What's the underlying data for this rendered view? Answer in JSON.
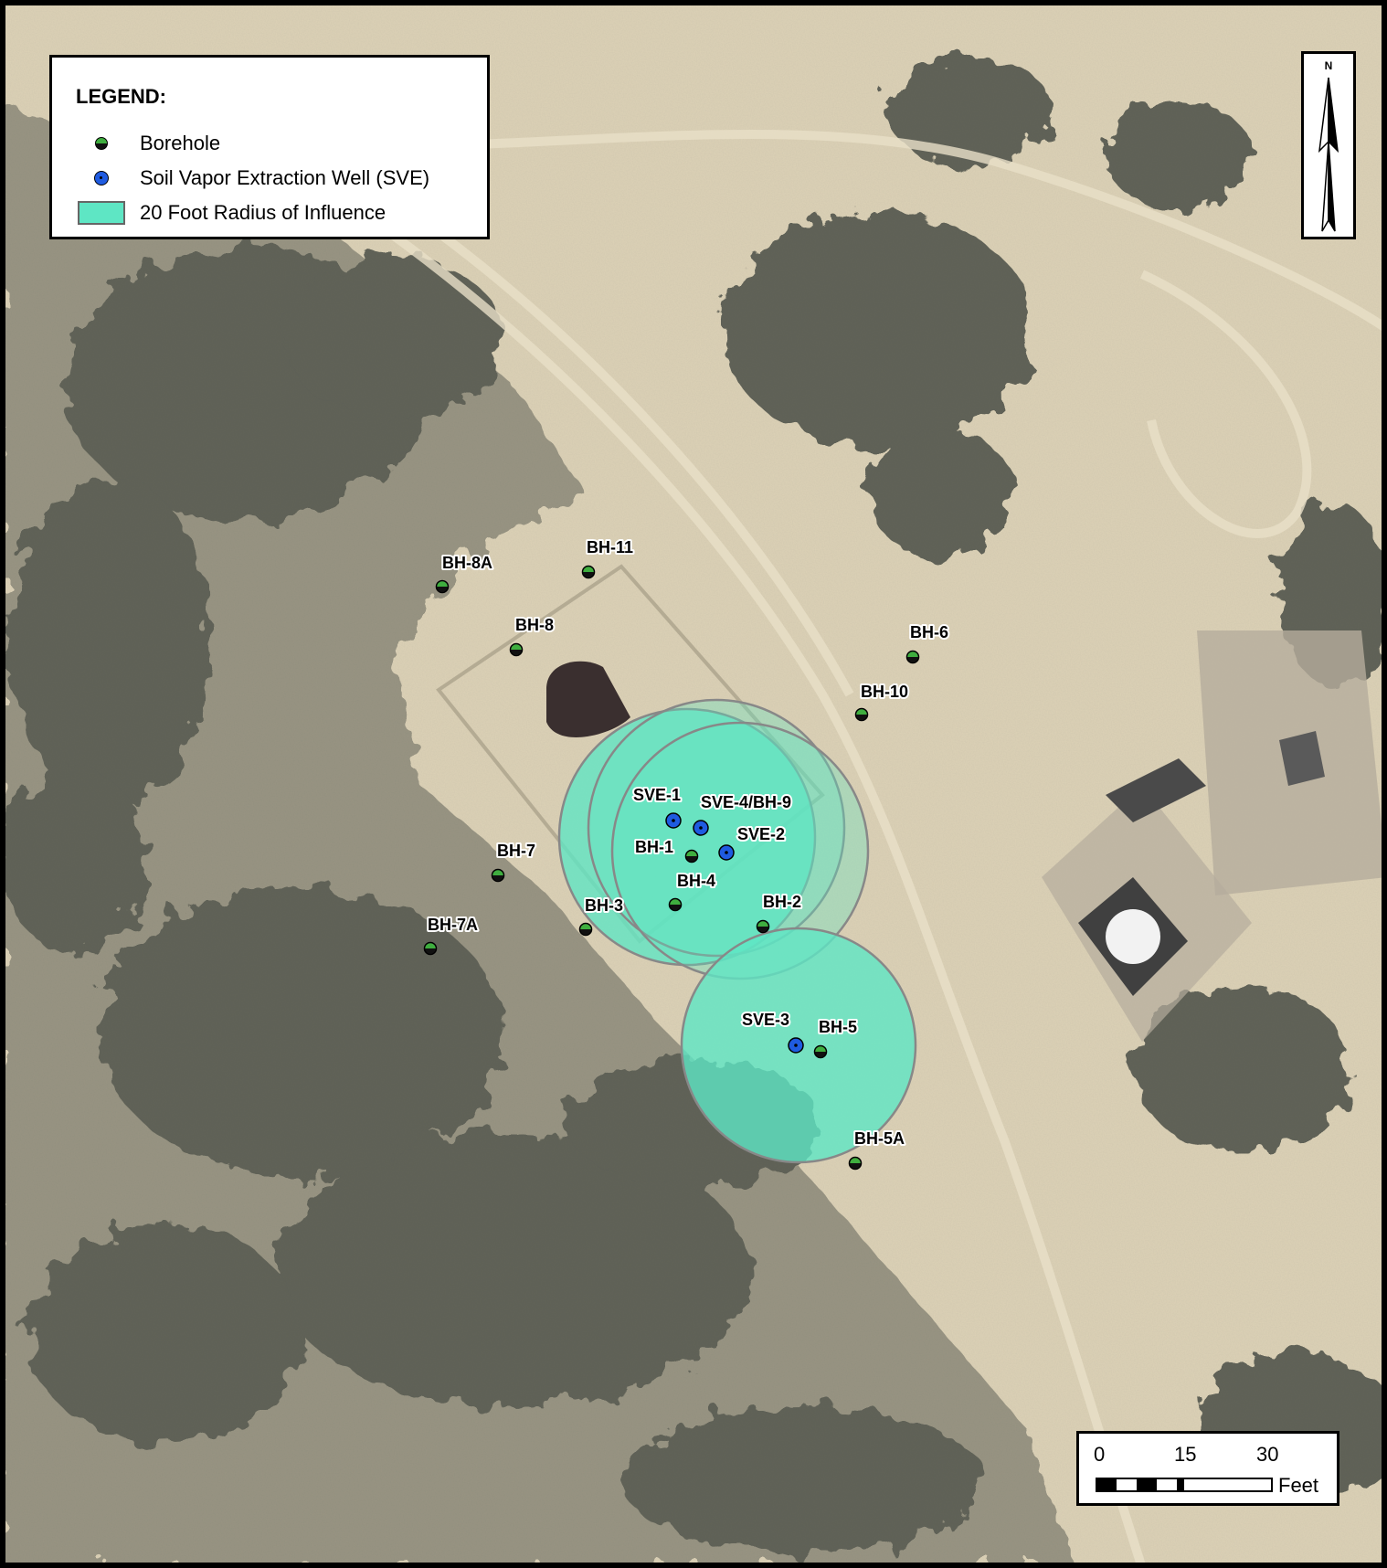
{
  "legend": {
    "title": "LEGEND:",
    "items": [
      {
        "label": "Borehole",
        "symbol": "borehole-icon"
      },
      {
        "label": "Soil Vapor Extraction Well (SVE)",
        "symbol": "sve-well-icon"
      },
      {
        "label": "20 Foot Radius of Influence",
        "symbol": "radius-swatch"
      }
    ]
  },
  "north_arrow": {
    "label": "N"
  },
  "scale_bar": {
    "ticks": [
      "0",
      "15",
      "30"
    ],
    "unit": "Feet"
  },
  "points": {
    "boreholes": [
      "BH-8A",
      "BH-11",
      "BH-8",
      "BH-6",
      "BH-10",
      "BH-7",
      "BH-1",
      "BH-4",
      "BH-3",
      "BH-2",
      "BH-7A",
      "BH-5",
      "BH-5A"
    ],
    "sve_wells": [
      "SVE-1",
      "SVE-4/BH-9",
      "SVE-2",
      "SVE-3"
    ]
  },
  "colors": {
    "radius_fill": "#5ee6c4",
    "borehole_top": "#3fae3f",
    "sve_well": "#1f5be0",
    "ground": "#ddd2b6",
    "vegetation": "#4b4f47"
  }
}
